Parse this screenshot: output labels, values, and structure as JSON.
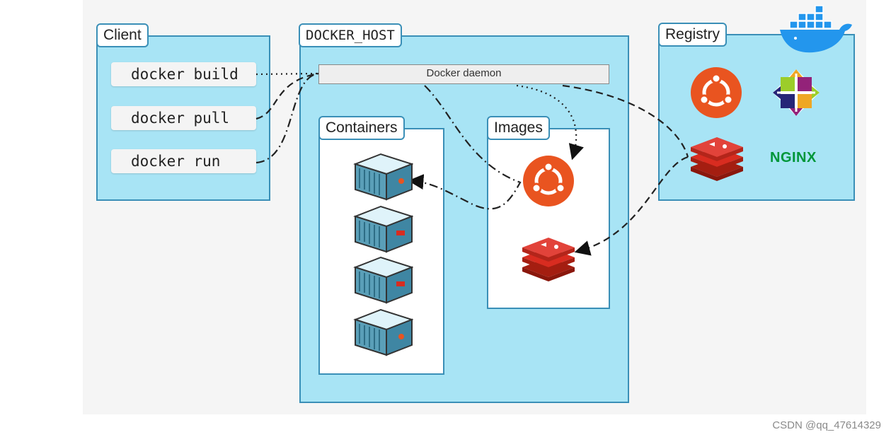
{
  "client": {
    "title": "Client",
    "commands": [
      "docker build",
      "docker pull",
      "docker run"
    ]
  },
  "host": {
    "title": "DOCKER_HOST",
    "daemon_label": "Docker daemon",
    "containers_title": "Containers",
    "images_title": "Images"
  },
  "registry": {
    "title": "Registry",
    "nginx_label": "NGINX"
  },
  "watermark": "CSDN @qq_47614329",
  "colors": {
    "panel_fill": "#a8e4f5",
    "panel_border": "#3a8fb7",
    "ubuntu": "#e95420",
    "redis": "#d82c20",
    "nginx": "#009639",
    "docker_whale": "#2396ed"
  },
  "icons": [
    "ubuntu-icon",
    "redis-icon",
    "centos-icon",
    "nginx-logo",
    "container-icon",
    "docker-whale-icon"
  ]
}
